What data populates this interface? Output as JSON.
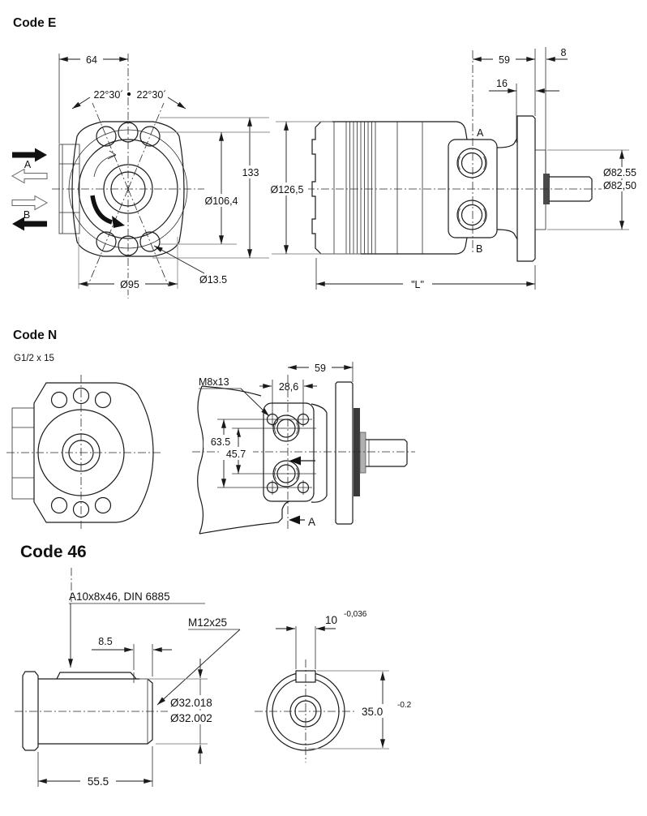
{
  "code_e": {
    "title": "Code E",
    "front": {
      "dim_width": "64",
      "angle_left": "22°30´",
      "angle_right": "22°30´",
      "dim_height": "133",
      "bolt_circle": "Ø106,4",
      "pilot": "Ø95",
      "hole": "Ø13.5",
      "flow_a": "A",
      "flow_b": "B"
    },
    "side": {
      "dim_59": "59",
      "dim_8": "8",
      "dim_16": "16",
      "body_dia": "Ø126,5",
      "shaft_dia_max": "Ø82.55",
      "shaft_dia_min": "Ø82,50",
      "length": "\"L\"",
      "port_a": "A",
      "port_b": "B"
    }
  },
  "code_n": {
    "title": "Code N",
    "port_thread": "G1/2 x 15",
    "side": {
      "bolt_thread": "M8x13",
      "dim_59": "59",
      "dim_28_6": "28,6",
      "dim_63_5": "63.5",
      "dim_45_7": "45.7",
      "section": "A"
    }
  },
  "code_46": {
    "title": "Code 46",
    "key_spec": "A10x8x46, DIN 6885",
    "thread": "M12x25",
    "dim_8_5": "8.5",
    "shaft_dia_max": "Ø32.018",
    "shaft_dia_min": "Ø32.002",
    "dim_55_5": "55.5",
    "key_width": "10",
    "key_width_tol": "-0,036",
    "flat_height": "35.0",
    "flat_height_tol": "-0.2"
  }
}
